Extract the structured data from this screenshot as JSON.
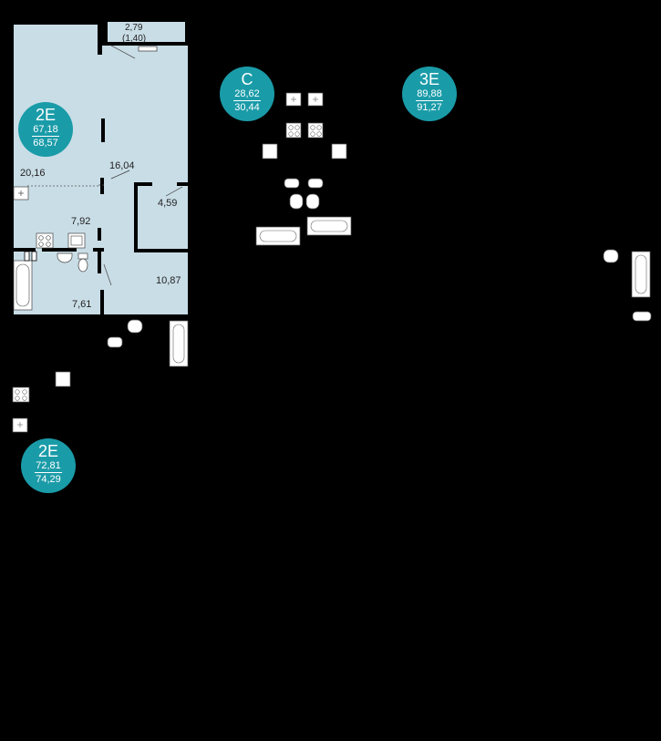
{
  "apartments": [
    {
      "code": "2E",
      "area_living": "67,18",
      "area_total": "68,57"
    },
    {
      "code": "C",
      "area_living": "28,62",
      "area_total": "30,44"
    },
    {
      "code": "3E",
      "area_living": "89,88",
      "area_total": "91,27"
    },
    {
      "code": "2E",
      "area_living": "72,81",
      "area_total": "74,29"
    }
  ],
  "rooms": {
    "balcony_area": "2,79",
    "balcony_area_reduced": "(1,40)",
    "living_room": "20,16",
    "kitchen": "16,04",
    "storage": "4,59",
    "hall": "7,92",
    "bedroom": "10,87",
    "bathroom": "7,61"
  },
  "colors": {
    "badge": "#1a9ba8",
    "room_fill": "#c9dde6",
    "wall": "#000000",
    "background": "#000000"
  }
}
